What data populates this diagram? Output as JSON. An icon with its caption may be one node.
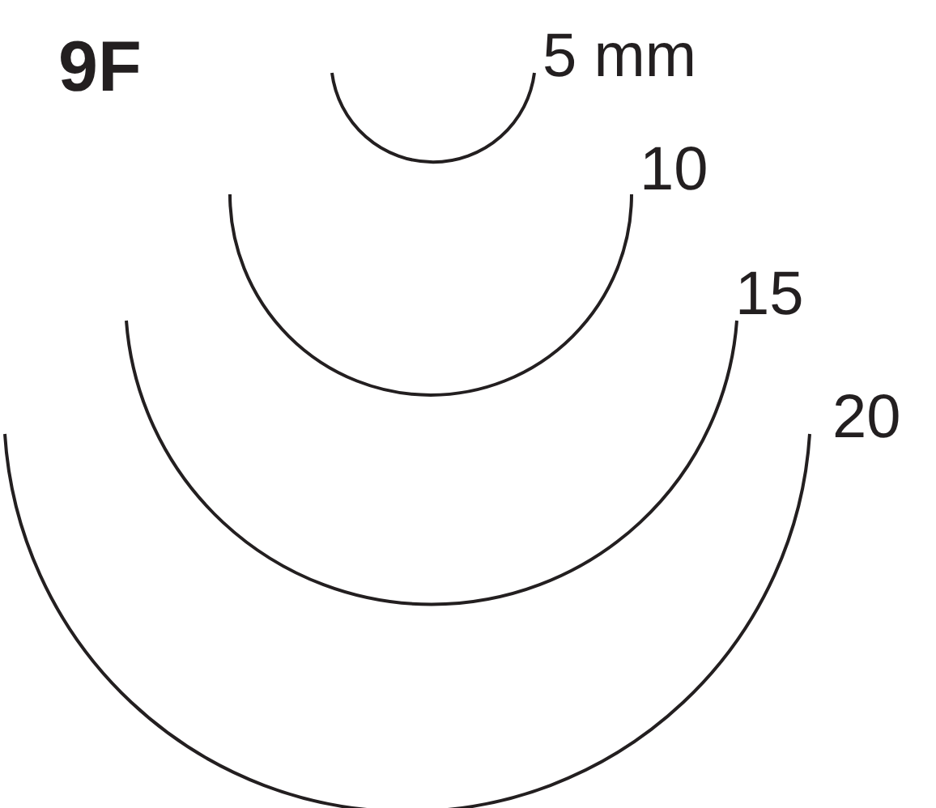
{
  "diagram": {
    "title": "9F",
    "labels": [
      "5 mm",
      "10",
      "15",
      "20"
    ]
  }
}
